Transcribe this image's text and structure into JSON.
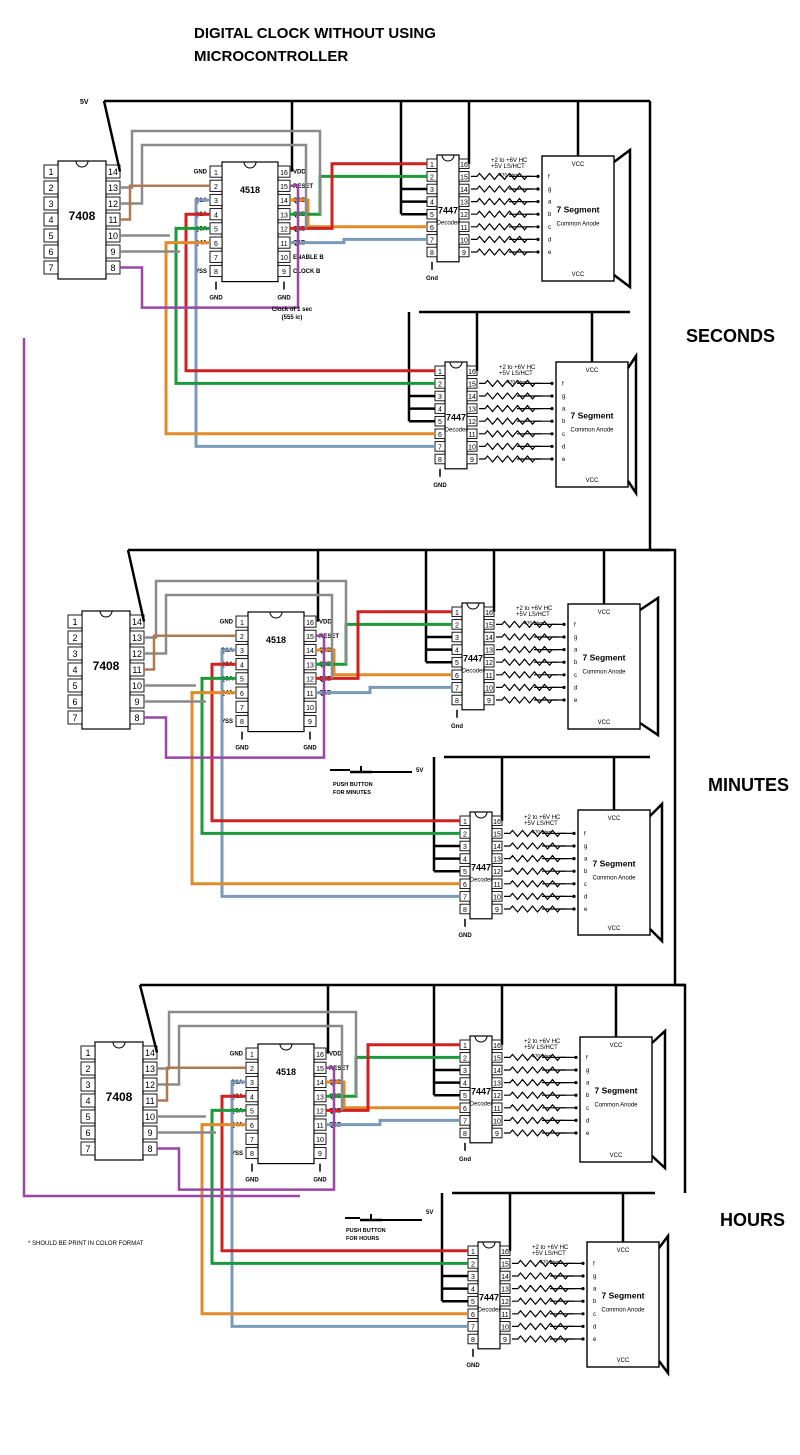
{
  "title_line1": "DIGITAL CLOCK WITHOUT USING",
  "title_line2": "MICROCONTROLLER",
  "section_labels": {
    "seconds": "SECONDS",
    "minutes": "MINUTES",
    "hours": "HOURS"
  },
  "supply_label": "5V",
  "note": "* SHOULD BE PRINT IN COLOR FORMAT",
  "clock_label_line1": "Clock of 1 sec",
  "clock_label_line2": "(555 ic)",
  "push_minutes_line1": "PUSH BUTTON",
  "push_minutes_line2": "FOR MINUTES",
  "push_hours_line1": "PUSH BUTTON",
  "push_hours_line2": "FOR HOURS",
  "and_gate": {
    "name": "7408",
    "left_pins": [
      "1",
      "2",
      "3",
      "4",
      "5",
      "6",
      "7"
    ],
    "right_pins": [
      "14",
      "13",
      "12",
      "11",
      "10",
      "9",
      "8"
    ]
  },
  "counter": {
    "name": "4518",
    "left_pins": [
      "1",
      "2",
      "3",
      "4",
      "5",
      "6",
      "7",
      "8"
    ],
    "right_pins": [
      "16",
      "15",
      "14",
      "13",
      "12",
      "11",
      "10",
      "9"
    ],
    "left_labels": [
      "GND",
      "",
      "Q1A",
      "Q2A",
      "Q3A",
      "Q4A",
      "",
      "VSS"
    ],
    "right_labels": [
      "VDD",
      "RESET",
      "Q4B",
      "Q3B",
      "Q2B",
      "Q1B",
      "ENABLE B",
      "CLOCK B"
    ],
    "gnd_label": "GND"
  },
  "decoder": {
    "name": "7447",
    "sub": "Decoder",
    "left_pins": [
      "1",
      "2",
      "3",
      "4",
      "5",
      "6",
      "7",
      "8"
    ],
    "right_pins": [
      "16",
      "15",
      "14",
      "13",
      "12",
      "11",
      "10",
      "9"
    ],
    "supply_line1": "+2 to +6V HC",
    "supply_line2": "+5V LS/HCT",
    "gnd_variants": [
      "Gnd",
      "GND"
    ]
  },
  "resistor_label": "470 ohm",
  "seven_segment": {
    "name": "7 Segment",
    "sub": "Common Anode",
    "vcc": "VCC",
    "segments": [
      "f",
      "g",
      "a",
      "b",
      "c",
      "d",
      "e"
    ]
  },
  "wire_colors": {
    "black": "#000000",
    "gray": "#8a8a8a",
    "brown": "#b07850",
    "red": "#d02020",
    "green": "#1a9a3a",
    "orange": "#e08a2a",
    "blue": "#7a9ab8",
    "purple": "#9a46a6"
  }
}
